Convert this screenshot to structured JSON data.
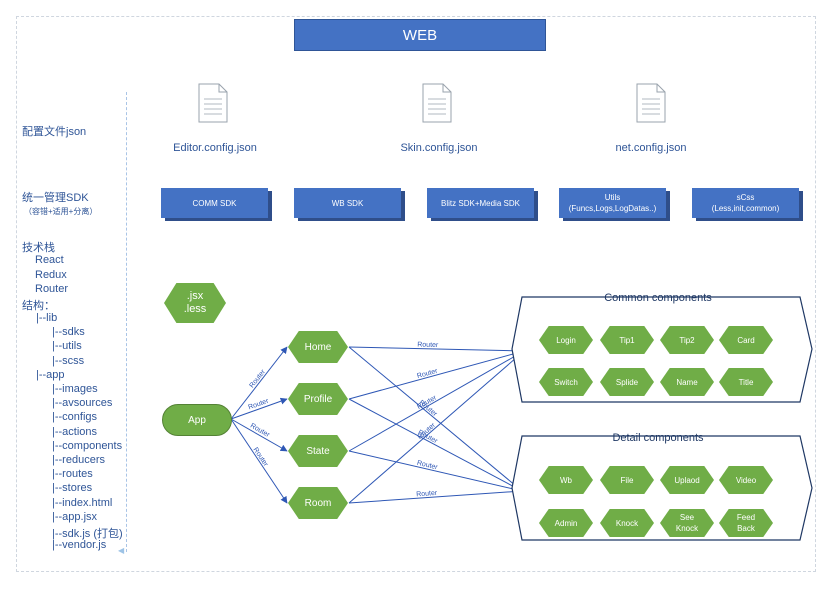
{
  "header": {
    "title": "WEB"
  },
  "sidebar": {
    "config_label": "配置文件json",
    "sdk_label": "统一管理SDK",
    "sdk_note": "（容错+适用+分离）",
    "stack_label": "技术栈",
    "stack": [
      "React",
      "Redux",
      "Router"
    ],
    "structure_label": "结构：",
    "tree": [
      {
        "indent": 1,
        "text": "|--lib"
      },
      {
        "indent": 2,
        "text": "|--sdks"
      },
      {
        "indent": 2,
        "text": "|--utils"
      },
      {
        "indent": 2,
        "text": "|--scss"
      },
      {
        "indent": 1,
        "text": "|--app"
      },
      {
        "indent": 2,
        "text": "|--images"
      },
      {
        "indent": 2,
        "text": "|--avsources"
      },
      {
        "indent": 2,
        "text": "|--configs"
      },
      {
        "indent": 2,
        "text": "|--actions"
      },
      {
        "indent": 2,
        "text": "|--components"
      },
      {
        "indent": 2,
        "text": "|--reducers"
      },
      {
        "indent": 2,
        "text": "|--routes"
      },
      {
        "indent": 2,
        "text": "|--stores"
      },
      {
        "indent": 2,
        "text": "|--index.html"
      },
      {
        "indent": 2,
        "text": "|--app.jsx"
      },
      {
        "indent": 2,
        "text": "|--sdk.js (打包)"
      },
      {
        "indent": 2,
        "text": "|--vendor.js"
      }
    ]
  },
  "configs": [
    "Editor.config.json",
    "Skin.config.json",
    "net.config.json"
  ],
  "sdks": [
    "COMM  SDK",
    "WB  SDK",
    "Blitz  SDK+Media  SDK",
    "Utils\n(Funcs,Logs,LogDatas..)",
    "sCss\n(Less,init,common)"
  ],
  "file_types": {
    "line1": ".jsx",
    "line2": ".less"
  },
  "app_node": "App",
  "route_nodes": [
    "Home",
    "Profile",
    "State",
    "Room"
  ],
  "edge_label": "Router",
  "groups": {
    "common": {
      "title": "Common components",
      "items": [
        "Login",
        "Tip1",
        "Tip2",
        "Card",
        "Switch",
        "Splide",
        "Name",
        "Title"
      ]
    },
    "detail": {
      "title": "Detail components",
      "items": [
        "Wb",
        "File",
        "Uplaod",
        "Video",
        "Admin",
        "Knock",
        "See\nKnock",
        "Feed\nBack"
      ]
    }
  },
  "colors": {
    "blue": "#4472c4",
    "green": "#70ad47",
    "text_blue": "#2f5597",
    "arrow": "#2e57b5"
  }
}
